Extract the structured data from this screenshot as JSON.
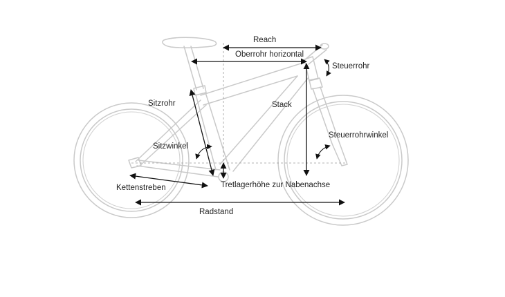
{
  "labels": {
    "reach": "Reach",
    "top_tube": "Oberrohr horizontal",
    "head_tube": "Steuerrohr",
    "seat_tube": "Sitzrohr",
    "stack": "Stack",
    "seat_angle": "Sitzwinkel",
    "head_angle": "Steuerrohrwinkel",
    "bb_drop": "Tretlagerhöhe zur Nabenachse",
    "chainstay": "Kettenstreben",
    "wheelbase": "Radstand"
  },
  "colors": {
    "frame": "#c9c9c9",
    "dimension": "#111111",
    "guide": "#9a9a9a",
    "text": "#222222"
  }
}
